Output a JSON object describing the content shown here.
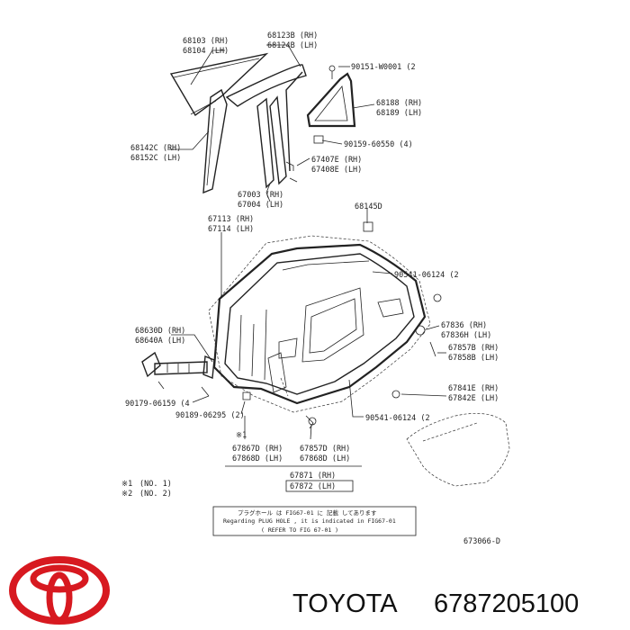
{
  "labels": {
    "l68103": "68103 (RH)",
    "l68104": "68104 (LH)",
    "l68123": "68123B (RH)",
    "l68124": "68124B (LH)",
    "l90151": "90151-W0001 (2",
    "l68188": "68188 (RH)",
    "l68189": "68189 (LH)",
    "l68142": "68142C (RH)",
    "l68152": "68152C (LH)",
    "l90159a": "90159-60550 (4)",
    "l67407": "67407E (RH)",
    "l67408": "67408E (LH)",
    "l67003": "67003 (RH)",
    "l67004": "67004 (LH)",
    "l68145": "68145D",
    "l67113": "67113 (RH)",
    "l67114": "67114 (LH)",
    "l90541a": "90541-06124 (2",
    "l68630": "68630D (RH)",
    "l68640": "68640A (LH)",
    "l67836": "67836 (RH)",
    "l67836h": "67836H (LH)",
    "l67857b": "67857B (RH)",
    "l67858b": "67858B (LH)",
    "l67841": "67841E (RH)",
    "l67842": "67842E (LH)",
    "l90179": "90179-06159 (4",
    "l90189": "90189-06295 (2)",
    "l90541b": "90541-06124 (2",
    "star1": "※1",
    "l67867d": "67867D (RH)",
    "l67868d": "67868D (LH)",
    "l67857d": "67857D (RH)",
    "l67868": "67868D (LH)",
    "l67871": "67871 (RH)",
    "l67872": "67872 (LH)",
    "note1a": "※1",
    "note1b": "(NO. 1)",
    "note2a": "※2",
    "note2b": "(NO. 2)",
    "box1": "プラグホール は FIG67-01 に 記載 してあります",
    "box2": "Regarding PLUG HOLE , it is indicated in FIG67-01",
    "box3": "( REFER TO FIG 67-01 )",
    "code": "673066-D"
  },
  "footer": {
    "brand": "TOYOTA",
    "part_number": "6787205100"
  },
  "colors": {
    "logo": "#d71920",
    "ink": "#222222"
  },
  "icons": [
    "toyota-logo-icon"
  ]
}
